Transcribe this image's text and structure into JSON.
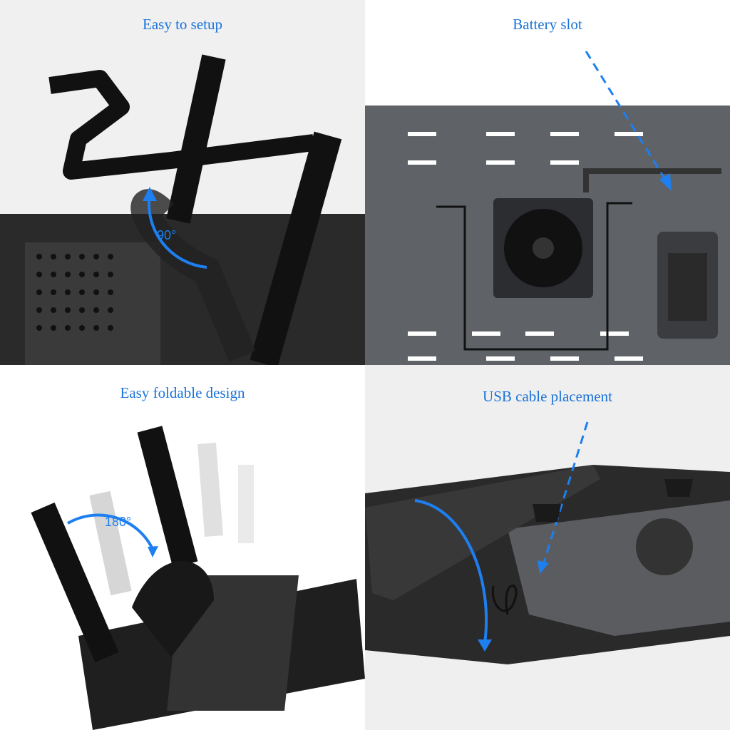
{
  "panels": [
    {
      "caption": "Easy to setup",
      "angle_label": "90°"
    },
    {
      "caption": "Battery slot"
    },
    {
      "caption": "Easy foldable design",
      "angle_label": "180°"
    },
    {
      "caption": "USB cable placement"
    }
  ],
  "colors": {
    "accent": "#1a73d9",
    "arrow": "#1e7ff0",
    "product": "#1c1c1c",
    "tray": "#5f6266"
  }
}
